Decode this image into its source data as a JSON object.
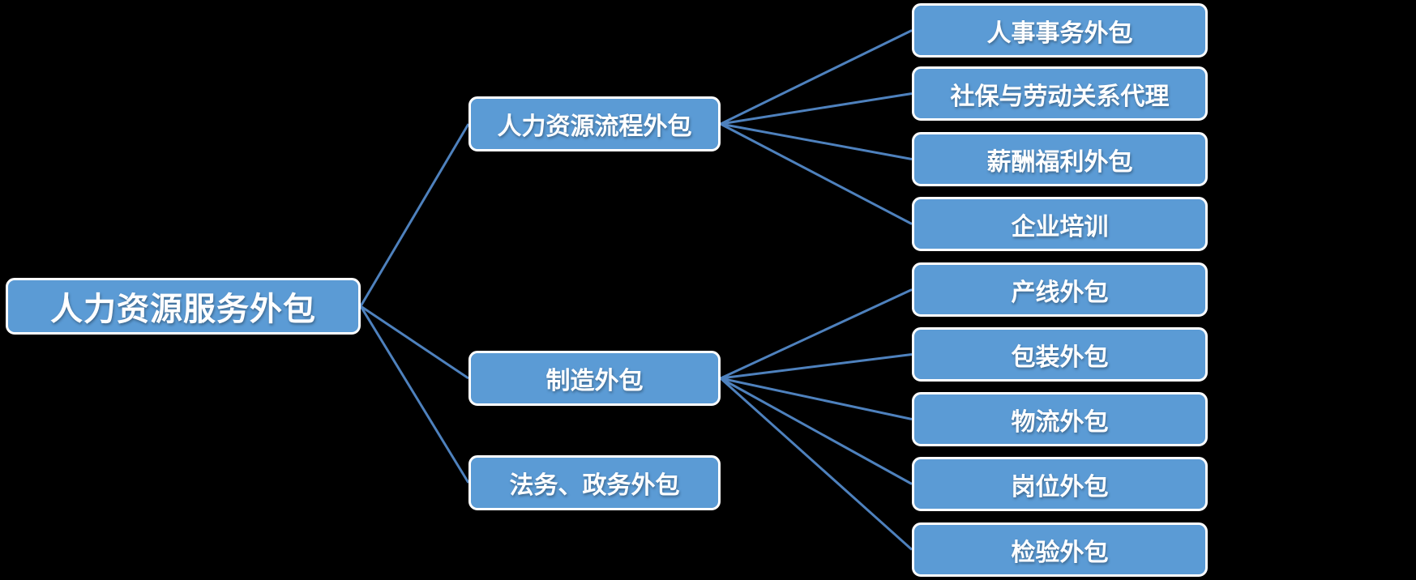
{
  "colors": {
    "background": "#000000",
    "node_fill": "#5b9bd5",
    "node_border": "#ffffff",
    "connector": "#4e81bd",
    "text": "#ffffff"
  },
  "nodes": {
    "root": {
      "label": "人力资源服务外包"
    },
    "m1": {
      "label": "人力资源流程外包"
    },
    "m2": {
      "label": "制造外包"
    },
    "m3": {
      "label": "法务、政务外包"
    },
    "r1": {
      "label": "人事事务外包"
    },
    "r2": {
      "label": "社保与劳动关系代理"
    },
    "r3": {
      "label": "薪酬福利外包"
    },
    "r4": {
      "label": "企业培训"
    },
    "r5": {
      "label": "产线外包"
    },
    "r6": {
      "label": "包装外包"
    },
    "r7": {
      "label": "物流外包"
    },
    "r8": {
      "label": "岗位外包"
    },
    "r9": {
      "label": "检验外包"
    }
  },
  "edges": [
    [
      "root",
      "m1"
    ],
    [
      "root",
      "m2"
    ],
    [
      "root",
      "m3"
    ],
    [
      "m1",
      "r1"
    ],
    [
      "m1",
      "r2"
    ],
    [
      "m1",
      "r3"
    ],
    [
      "m1",
      "r4"
    ],
    [
      "m2",
      "r5"
    ],
    [
      "m2",
      "r6"
    ],
    [
      "m2",
      "r7"
    ],
    [
      "m2",
      "r8"
    ],
    [
      "m2",
      "r9"
    ]
  ]
}
